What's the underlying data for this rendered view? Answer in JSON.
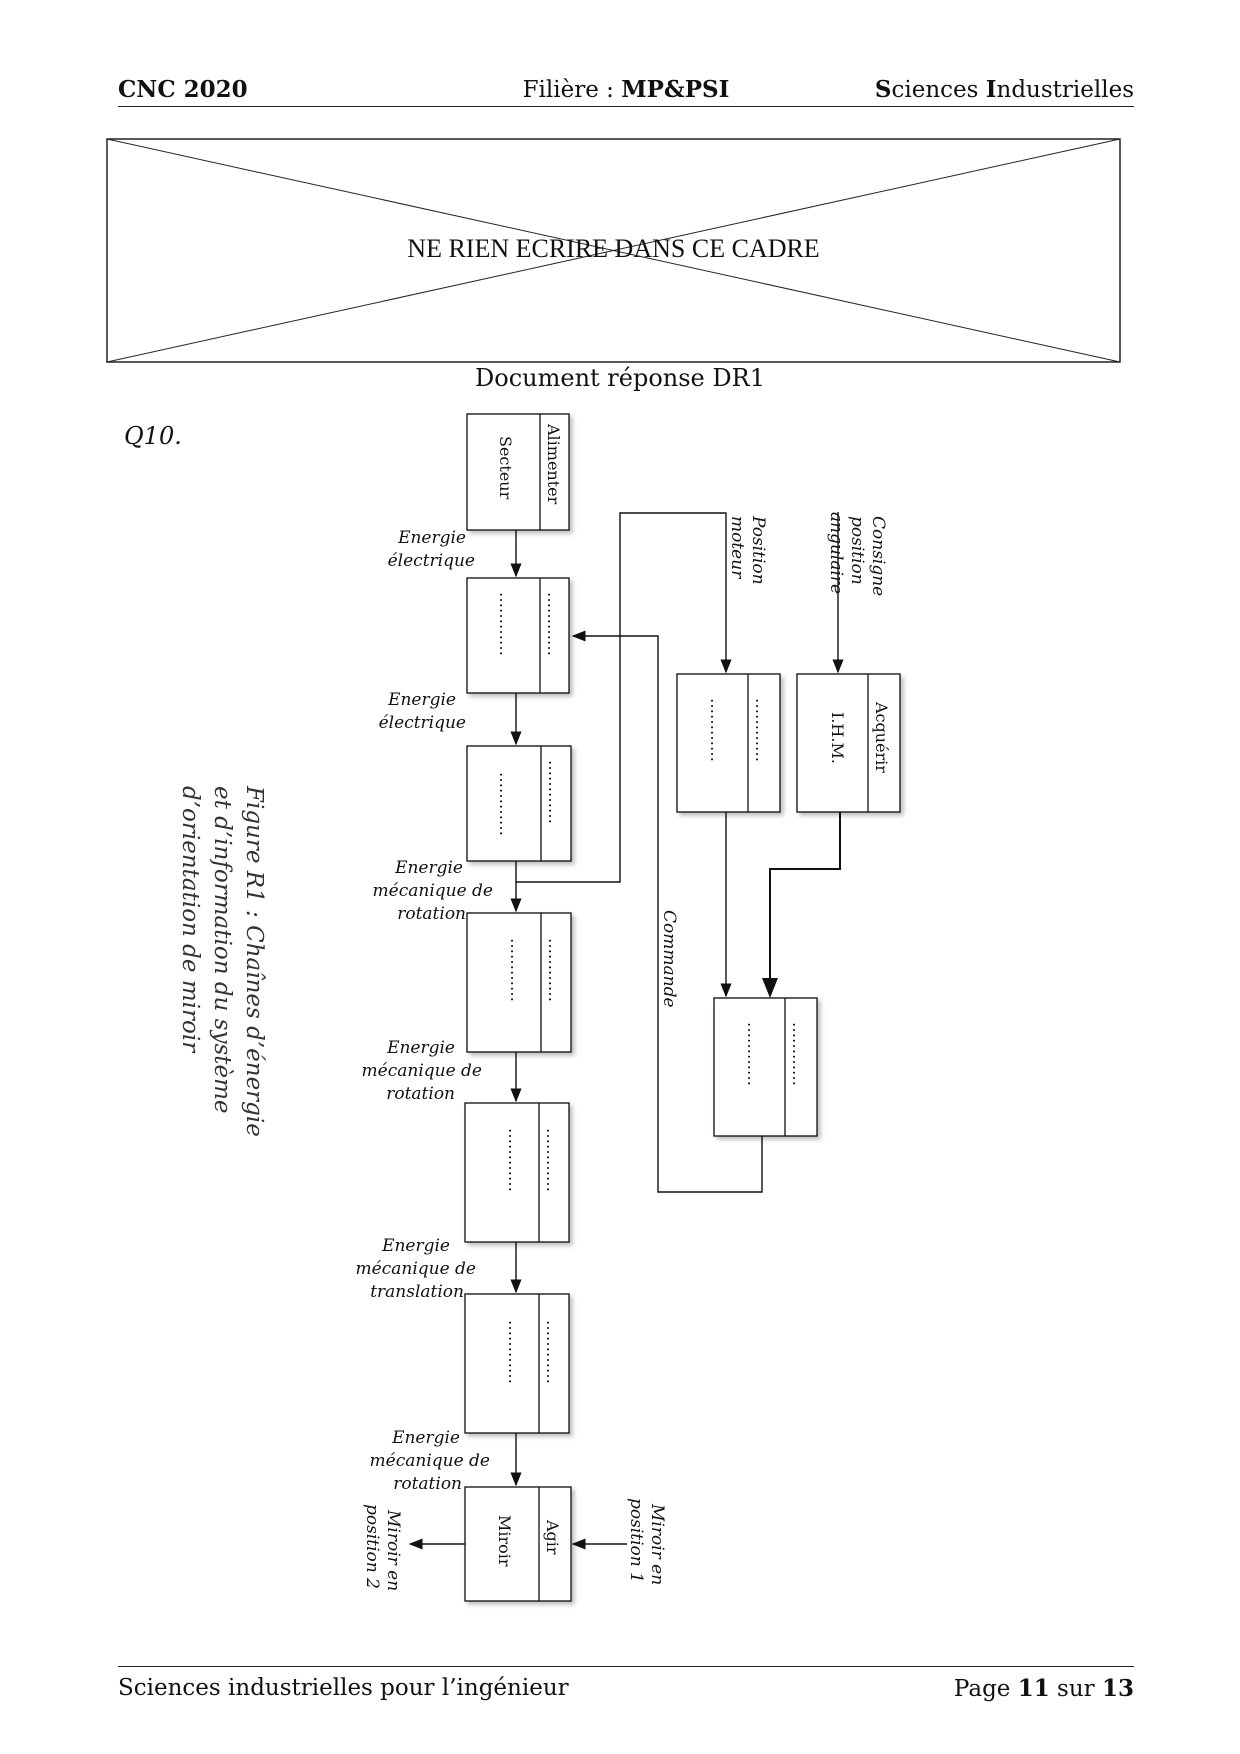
{
  "header": {
    "left": "CNC 2020",
    "center_prefix": "Filière : ",
    "center_bold": "MP&PSI",
    "right_s": "S",
    "right_sciences": "ciences ",
    "right_i": "I",
    "right_ndustrielles": "ndustrielles"
  },
  "frame": {
    "text": "NE RIEN ECRIRE DANS CE CADRE"
  },
  "document_title": "Document réponse DR1",
  "question": "Q10.",
  "figure": {
    "caption_lines": [
      "Figure R1 : Chaînes d’énergie",
      "et d’information du système",
      "d’orientation de miroir"
    ],
    "blocks": {
      "alimenter_func": "Alimenter",
      "alimenter_comp": "Secteur",
      "acquerir_func": "Acquérir",
      "acquerir_comp": "I.H.M.",
      "agir_func": "Agir",
      "agir_comp": "Miroir",
      "blank": "…………"
    },
    "labels": {
      "e1a": "Energie",
      "e1b": "électrique",
      "e2a": "Energie",
      "e2b": "électrique",
      "e3a": "Energie",
      "e3b": "mécanique de",
      "e3c": "rotation",
      "e4a": "Energie",
      "e4b": "mécanique de",
      "e4c": "rotation",
      "e5a": "Energie",
      "e5b": "mécanique de",
      "e5c": "translation",
      "e6a": "Energie",
      "e6b": "mécanique de",
      "e6c": "rotation",
      "pos_a": "Position",
      "pos_b": "moteur",
      "cons_a": "Consigne",
      "cons_b": "position",
      "cons_c": "angulaire",
      "commande": "Commande",
      "m1a": "Miroir en",
      "m1b": "position 1",
      "m2a": "Miroir en",
      "m2b": "position 2"
    }
  },
  "footer": {
    "left": "Sciences industrielles pour l’ingénieur",
    "page_prefix": "Page ",
    "page_num": "11",
    "page_mid": " sur ",
    "page_total": "13"
  }
}
